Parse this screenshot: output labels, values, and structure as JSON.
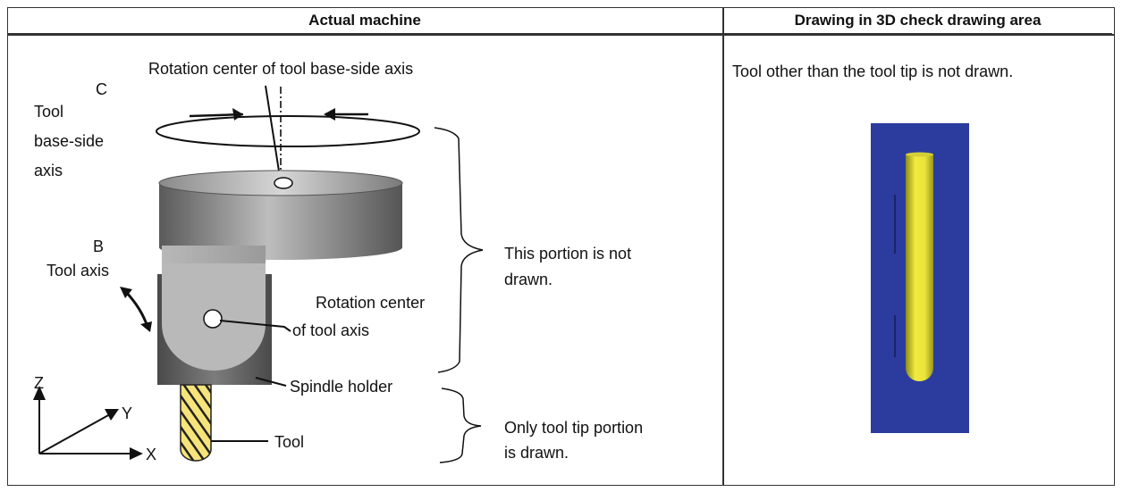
{
  "table": {
    "header_left": "Actual machine",
    "header_right": "Drawing in 3D check drawing area"
  },
  "diagram": {
    "rotation_center_base": "Rotation center of tool base-side axis",
    "c_letter": "C",
    "tool_base_side_axis": [
      "Tool",
      "base-side",
      "axis"
    ],
    "b_letter": "B",
    "tool_axis": "Tool axis",
    "rotation_center_tool_axis": [
      "Rotation center",
      "of tool axis"
    ],
    "not_drawn": [
      "This portion is not",
      "drawn."
    ],
    "spindle_holder": "Spindle holder",
    "only_tool_tip": [
      "Only tool tip portion",
      "is drawn."
    ],
    "tool": "Tool",
    "axis_z": "Z",
    "axis_y": "Y",
    "axis_x": "X"
  },
  "right_panel": {
    "note": "Tool other than the tool tip is not drawn."
  },
  "colors": {
    "render_background": "#2b3c9e",
    "tool_yellow": "#e8e23a",
    "tool_stripes": "#f0d24a"
  }
}
